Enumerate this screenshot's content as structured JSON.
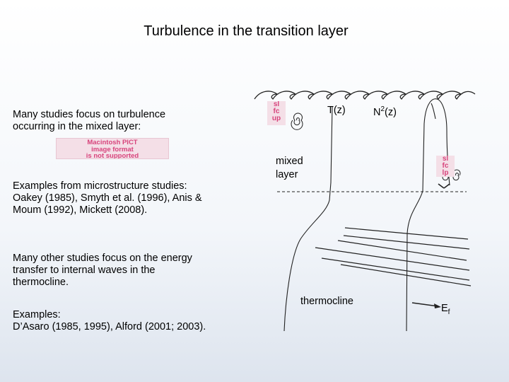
{
  "slide": {
    "title": "Turbulence in the transition layer",
    "para1": "Many studies focus on turbulence\noccurring in the mixed layer:",
    "para2": "Examples from microstructure studies:\nOakey (1985), Smyth et al. (1996), Anis &\nMoum (1992), Mickett (2008).",
    "para3": "Many other studies focus on the energy\ntransfer to internal waves in the\nthermocline.",
    "para4": "Examples:\nD’Asaro (1985, 1995), Alford (2001; 2003).",
    "pict_placeholder": "Macintosh PICT\nimage format\nis not supported",
    "chip1_text": "sl\nfc\nup",
    "chip2_text": "sl\nfc\nlp"
  },
  "diagram": {
    "t_label": "T(z)",
    "n2_label_base": "N",
    "n2_label_sup": "2",
    "n2_label_tail": "(z)",
    "mixed_layer_label": "mixed\nlayer",
    "thermocline_label": "thermocline",
    "flux_label_base": "E",
    "flux_label_sub": "f"
  }
}
